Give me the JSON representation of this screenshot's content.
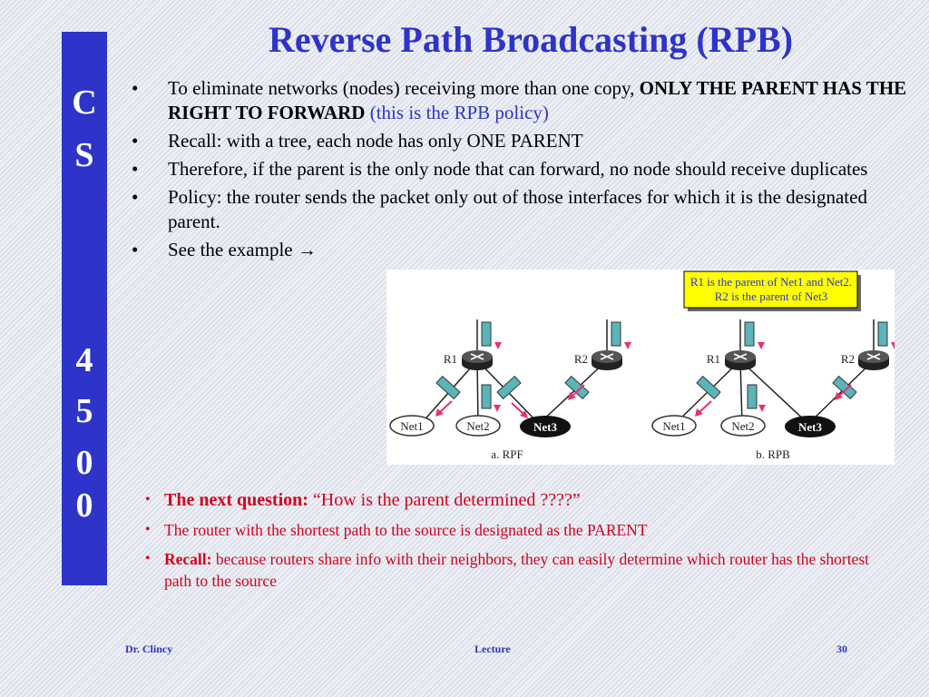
{
  "sidebar": {
    "chars": [
      "C",
      "S",
      "4",
      "5",
      "0",
      "0"
    ]
  },
  "title": "Reverse Path Broadcasting (RPB)",
  "bullets": [
    {
      "marker": "•",
      "parts": [
        {
          "text": "To eliminate networks (nodes) receiving more than one copy, "
        },
        {
          "text": "ONLY THE PARENT HAS THE RIGHT TO FORWARD",
          "bold": true
        },
        {
          "text": " (this is the RPB policy)",
          "color": "blue"
        }
      ]
    },
    {
      "marker": "•",
      "parts": [
        {
          "text": "Recall: with a tree, each node has only ONE PARENT"
        }
      ]
    },
    {
      "marker": "•",
      "parts": [
        {
          "text": "Therefore, if the parent is the only node that can forward, no node should receive duplicates"
        }
      ]
    },
    {
      "marker": "•",
      "parts": [
        {
          "text": "Policy: the router sends the packet only out of those interfaces for which it is the designated parent."
        }
      ]
    },
    {
      "marker": "•",
      "parts": [
        {
          "text": "See the example "
        },
        {
          "text": "→"
        }
      ]
    }
  ],
  "figure": {
    "note_line1": "R1 is the parent of Net1 and Net2.",
    "note_line2": "R2 is the parent of Net3",
    "left": {
      "r1": "R1",
      "r2": "R2",
      "net1": "Net1",
      "net2": "Net2",
      "net3": "Net3",
      "caption": "a. RPF"
    },
    "right": {
      "r1": "R1",
      "r2": "R2",
      "net1": "Net1",
      "net2": "Net2",
      "net3": "Net3",
      "caption": "b. RPB"
    },
    "colors": {
      "router": "#222222",
      "packet_box": "#5ab4ba",
      "arrow": "#e8306c",
      "note_bg": "#ffff00",
      "note_text": "#2e34c9"
    }
  },
  "bottom": {
    "item1_bold": "The next question:",
    "item1_rest": "“How is the parent determined ????”",
    "item2": "The router with the shortest path to the source is designated as the PARENT",
    "item3_bold": "Recall:",
    "item3_rest": "because routers share info with their neighbors, they can easily determine which router has the shortest path to the source",
    "marker": "•"
  },
  "footer": {
    "author": "Dr. Clincy",
    "center": "Lecture",
    "page": "30"
  }
}
